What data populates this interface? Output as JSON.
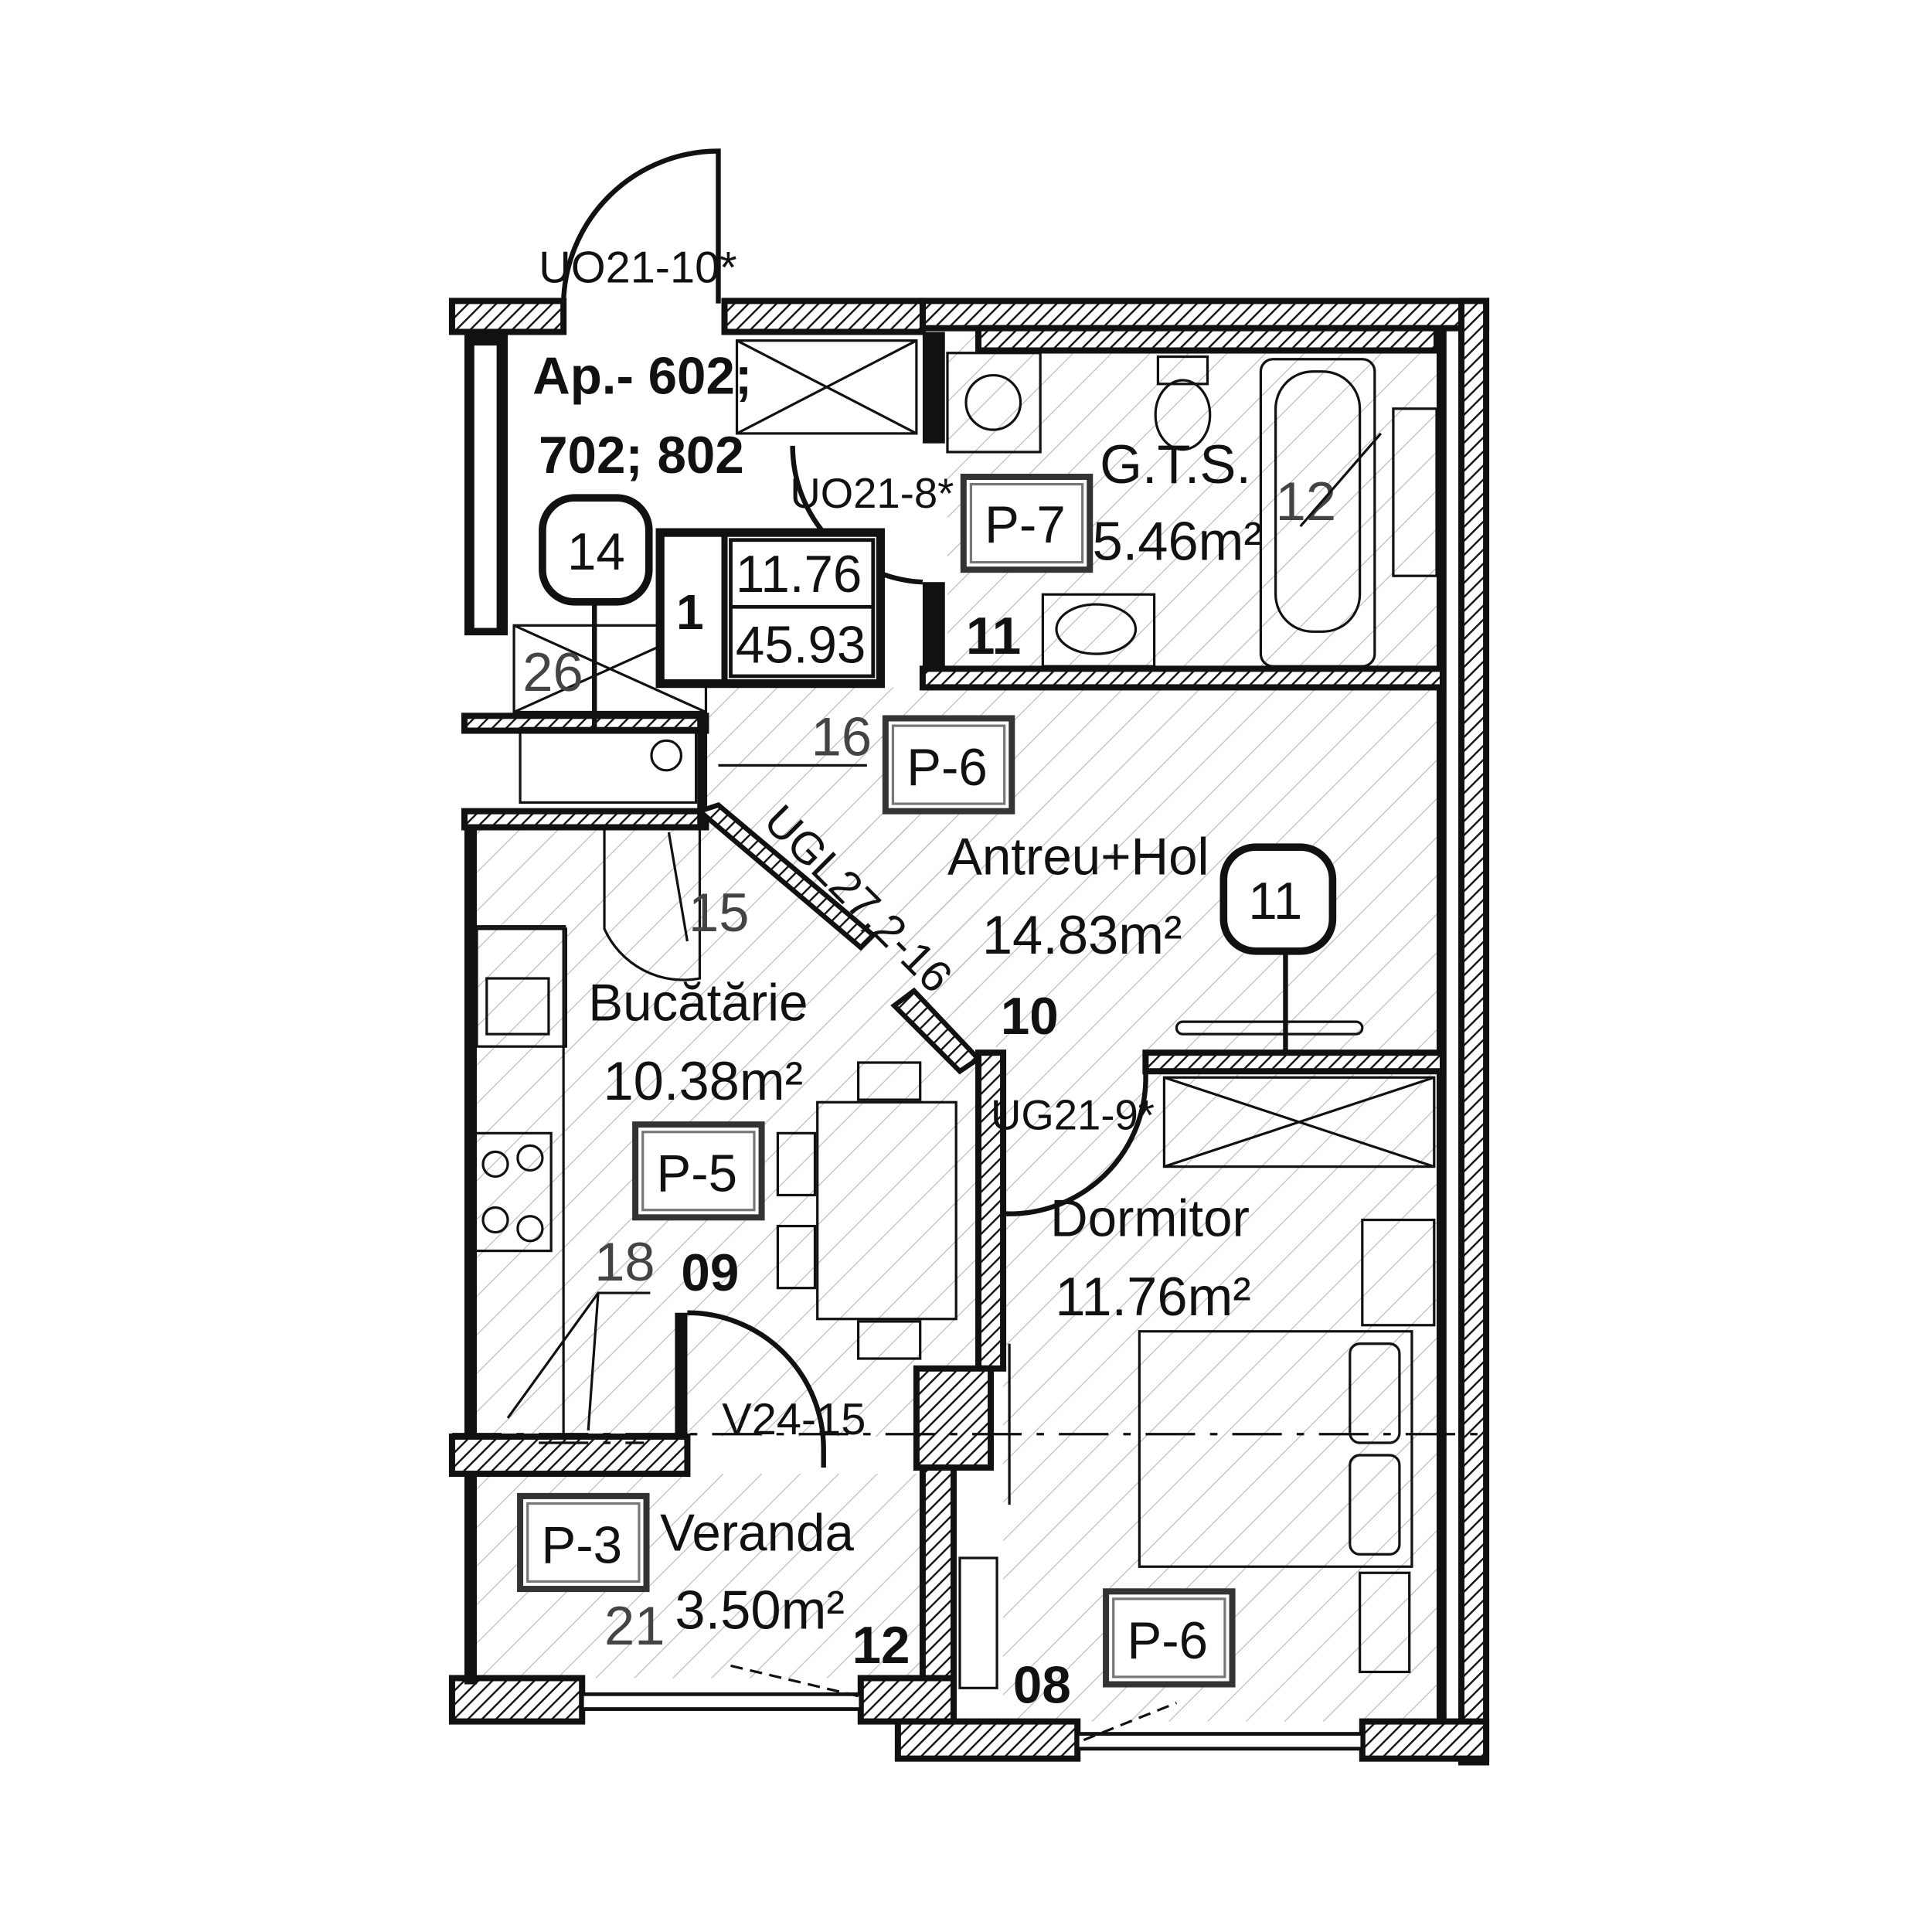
{
  "title": {
    "apartment_line1": "Ap.- 602;",
    "apartment_line2": "702; 802"
  },
  "summary_box": {
    "room_count": "1",
    "living_area": "11.76",
    "total_area": "45.93"
  },
  "doors": {
    "entrance": "UO21-10*",
    "bathroom": "UO21-8*",
    "bedroom": "UG21-9*",
    "kitchen_opening": "UGL27,2-16",
    "veranda": "V24-15"
  },
  "rooms": [
    {
      "number": "11",
      "name": "G.T.S.",
      "area": "5.46m²",
      "finish": "P-7"
    },
    {
      "number": "10",
      "name": "Antreu+Hol",
      "area": "14.83m²",
      "finish": "P-6"
    },
    {
      "number": "09",
      "name": "Bucătărie",
      "area": "10.38m²",
      "finish": "P-5"
    },
    {
      "number": "08",
      "name": "Dormitor",
      "area": "11.76m²",
      "finish": "P-6"
    },
    {
      "number": "12",
      "name": "Veranda",
      "area": "3.50m²",
      "finish": "P-3"
    }
  ],
  "callouts": {
    "circle_14": "14",
    "circle_11": "11",
    "ref_12": "12",
    "ref_26": "26",
    "ref_16": "16",
    "ref_15": "15",
    "ref_18": "18",
    "ref_21": "21"
  }
}
